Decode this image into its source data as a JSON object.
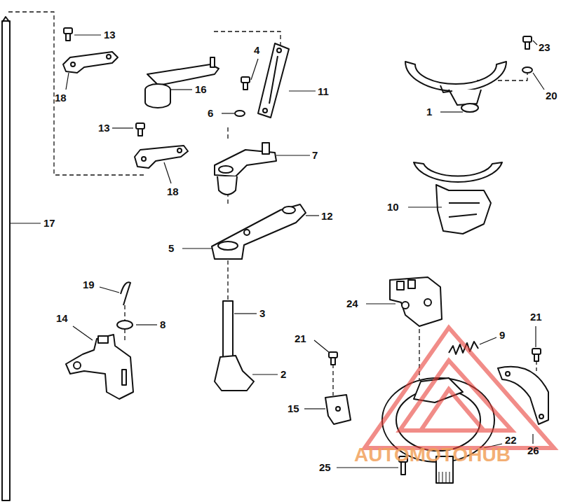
{
  "diagram": {
    "labels": [
      "13",
      "4",
      "23",
      "16",
      "11",
      "18",
      "6",
      "20",
      "1",
      "13",
      "7",
      "18",
      "10",
      "17",
      "12",
      "5",
      "3",
      "19",
      "14",
      "8",
      "24",
      "21",
      "9",
      "21",
      "2",
      "15",
      "22",
      "26",
      "25",
      "AUTOMOTOHUB"
    ]
  }
}
